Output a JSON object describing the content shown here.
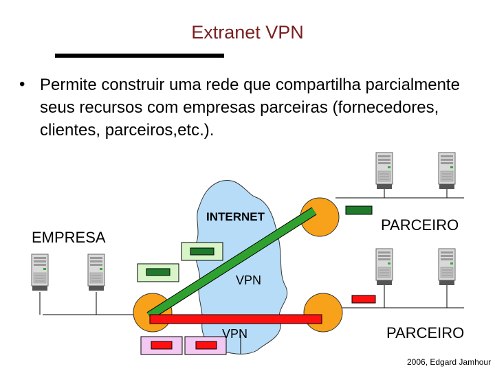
{
  "slide": {
    "title": "Extranet VPN",
    "bullet": "Permite construir uma rede que compartilha parcialmente seus recursos com empresas parceiras (fornecedores, clientes, parceiros,etc.).",
    "footer": "2006, Edgard Jamhour"
  },
  "diagram": {
    "cloud_label": "INTERNET",
    "empresa_label": "EMPRESA",
    "parceiro_top_label": "PARCEIRO",
    "parceiro_bottom_label": "PARCEIRO",
    "vpn_green_label": "VPN",
    "vpn_red_label": "VPN"
  },
  "colors": {
    "title": "#7a1f1f",
    "cloud": "#b7dcf7",
    "router": "#f7a21a",
    "vpn_green": "#2fa12f",
    "vpn_red": "#ff1010",
    "packet_green_bg": "#d8f5c8",
    "packet_pink_bg": "#f3c8f3"
  },
  "icons": [
    "server-icon",
    "router-icon",
    "packet-icon"
  ]
}
